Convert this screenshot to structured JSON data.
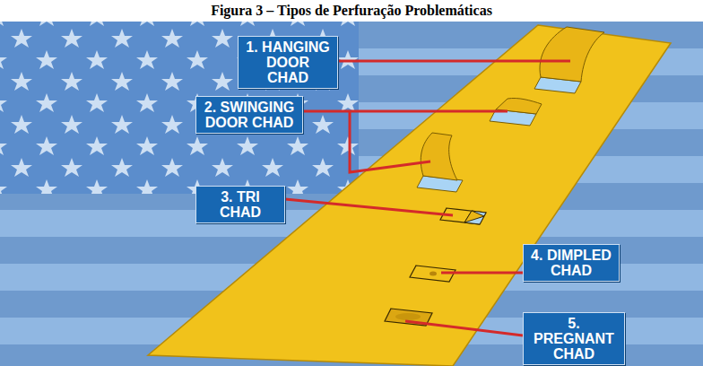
{
  "diagram": {
    "title": "Figura 3 – Tipos de Perfuração Problemáticas",
    "nodes": [
      {
        "text": [
          "1. HANGING DOOR CHAD"
        ]
      },
      {
        "text": [
          "2. SWINGING DOOR CHAD"
        ]
      },
      {
        "text": [
          "3. TRI CHAD"
        ]
      },
      {
        "text": [
          "4. DIMPLED CHAD"
        ]
      },
      {
        "text": [
          "5. PREGNANT CHAD"
        ]
      }
    ]
  }
}
